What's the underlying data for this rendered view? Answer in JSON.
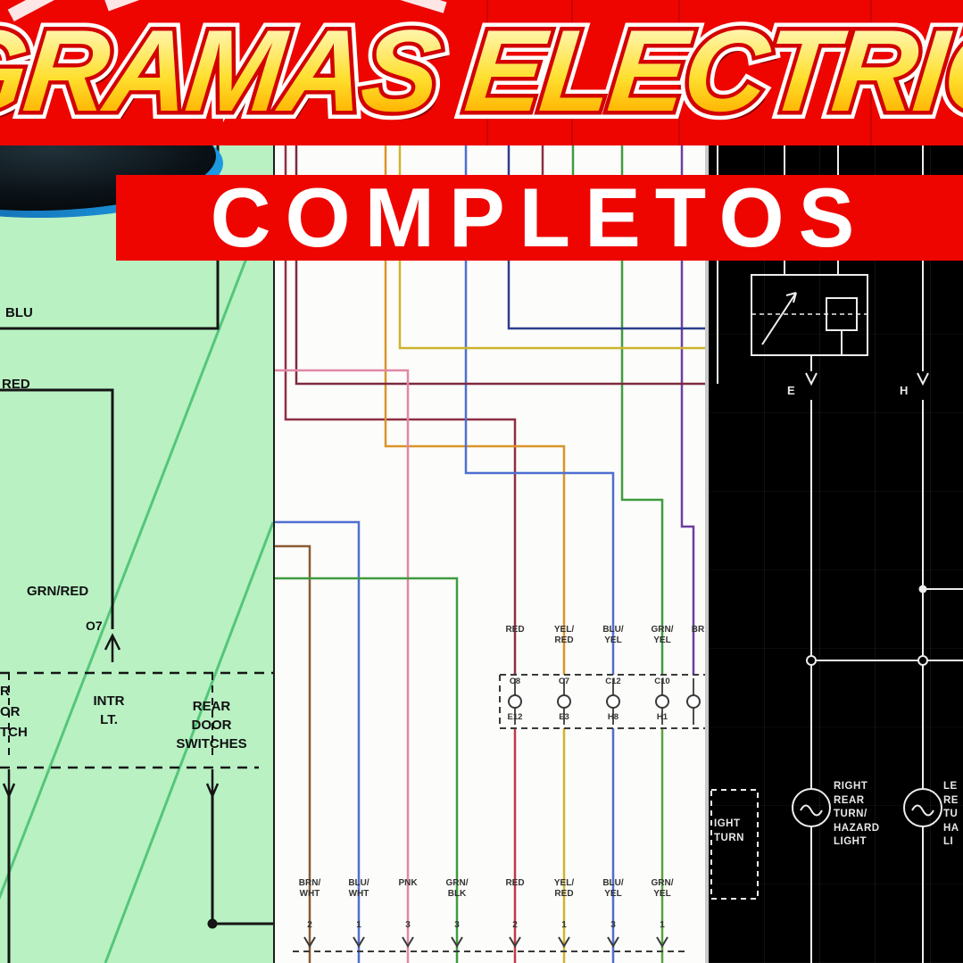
{
  "title_banner": {
    "text": "GRAMAS ELECTRIC",
    "bg": "#ee0500",
    "letter_fill_top": "#fff8c0",
    "letter_fill_bottom": "#ff9000",
    "letter_outline": "#d40000",
    "letter_outer_outline": "#ffffff"
  },
  "subtitle_banner": {
    "text": "COMPLETOS",
    "bg": "#ee0500",
    "color": "#ffffff"
  },
  "green_panel": {
    "bg": "#b9f1c3",
    "diagonal_color": "#55c67a",
    "line_color": "#151515",
    "labels": {
      "blu": "BLU",
      "red": "RED",
      "grn_red": "GRN/RED",
      "o7": "O7",
      "intr_lt": "INTR\nLT.",
      "rear_door_switches": "REAR\nDOOR\nSWITCHES",
      "cut_edge": "R\nOR\nTCH"
    }
  },
  "white_panel": {
    "bg": "#fcfcfa",
    "wire_colors": {
      "maroon": "#8d2f45",
      "red": "#c03a44",
      "orange": "#d9952b",
      "yellow": "#cdb42e",
      "green": "#3f9b3f",
      "blue": "#4f6fd0",
      "navy": "#2c3f8c",
      "purple": "#6b3fa0",
      "pink": "#e087a7",
      "brown": "#8a5a33"
    },
    "connector_labels_top": [
      "RED",
      "YEL/\nRED",
      "BLU/\nYEL",
      "GRN/\nYEL",
      "BR"
    ],
    "connector_pins_top": [
      "C8",
      "C7",
      "C12",
      "C10"
    ],
    "connector_pins_bottom": [
      "E12",
      "E3",
      "H8",
      "H1"
    ],
    "bottom_wires": [
      {
        "label": "BRN/\nWHT",
        "pin": "2"
      },
      {
        "label": "BLU/\nWHT",
        "pin": "1"
      },
      {
        "label": "PNK",
        "pin": "3"
      },
      {
        "label": "GRN/\nBLK",
        "pin": "3"
      },
      {
        "label": "RED",
        "pin": "2"
      },
      {
        "label": "YEL/\nRED",
        "pin": "1"
      },
      {
        "label": "BLU/\nYEL",
        "pin": "3"
      },
      {
        "label": "GRN/\nYEL",
        "pin": "1"
      }
    ]
  },
  "black_panel": {
    "bg": "#000000",
    "line_color": "#ededed",
    "pin_e": "E",
    "pin_h": "H",
    "right_light_label": "RIGHT\nREAR\nTURN/\nHAZARD\nLIGHT",
    "left_light_label_cut": "LE\nRE\nTU\nHA\nLI",
    "bottom_box_label_cut": "IGHT\nTURN"
  }
}
